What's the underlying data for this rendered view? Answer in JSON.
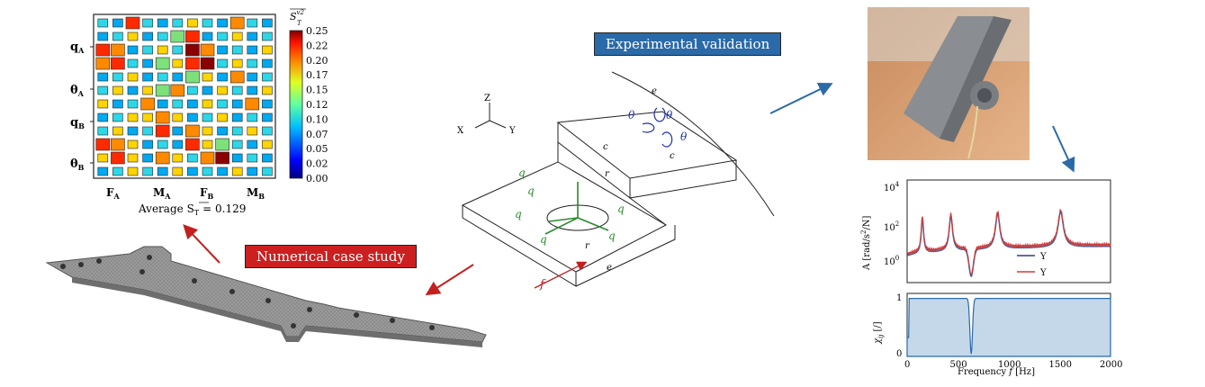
{
  "labels": {
    "experimental": "Experimental validation",
    "numerical": "Numerical case study"
  },
  "heatmap": {
    "colorbar_title": "S",
    "colorbar_title_sup": "v2",
    "colorbar_title_sub": "T",
    "colorbar_ticks": [
      "0.25",
      "0.22",
      "0.20",
      "0.17",
      "0.15",
      "0.12",
      "0.10",
      "0.07",
      "0.05",
      "0.02",
      "0.00"
    ],
    "row_labels": [
      "q",
      "θ",
      "q",
      "θ"
    ],
    "row_label_subs": [
      "A",
      "A",
      "B",
      "B"
    ],
    "col_labels": [
      "F",
      "M",
      "F",
      "M"
    ],
    "col_label_subs": [
      "A",
      "A",
      "B",
      "B"
    ],
    "average_text": "Average",
    "average_value": "= 0.129",
    "average_symbol": "S",
    "average_symbol_sub": "T"
  },
  "diagram3d": {
    "axes": [
      "Z",
      "X",
      "Y"
    ],
    "top_labels": [
      "θ",
      "θ",
      "θ",
      "e",
      "c",
      "c"
    ],
    "force": "f",
    "rk": "r",
    "rh": "r",
    "eh": "e",
    "qlabels": [
      "q",
      "q",
      "q",
      "q",
      "q",
      "q"
    ]
  },
  "plot_top": {
    "ylabel": "A [rad/s",
    "ylabel_tail": "/N]",
    "yticks": [
      "10",
      "10",
      "10"
    ],
    "ytick_sups": [
      "4",
      "2",
      "0"
    ],
    "legend": [
      {
        "name": "Y",
        "color": "#2b3f8f"
      },
      {
        "name": "Y",
        "color": "#d03a3a"
      }
    ]
  },
  "plot_bottom": {
    "ylabel": "χ",
    "ylabel_sub": "ij",
    "ylabel_unit": "[/]",
    "yticks": [
      "1",
      "0"
    ],
    "xticks": [
      "0",
      "500",
      "1000",
      "1500",
      "2000"
    ],
    "xlabel": "Frequency",
    "xlabel_f": "f",
    "xlabel_unit": "[Hz]"
  },
  "colors": {
    "red_arrow": "#c42020",
    "blue_arrow": "#2a6aa8",
    "green": "#2a8a2a",
    "blue_label": "#2030a0"
  }
}
